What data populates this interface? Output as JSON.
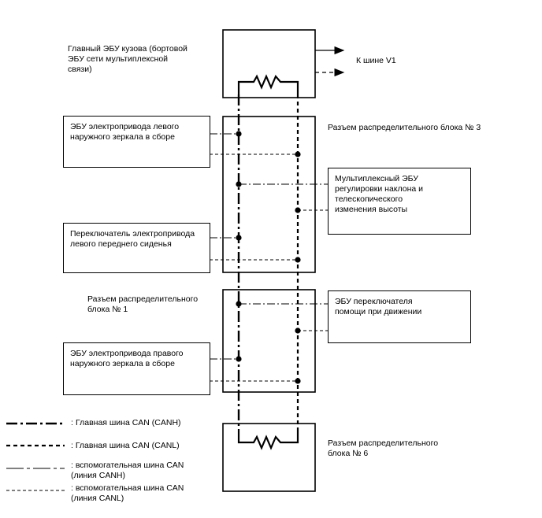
{
  "labels": {
    "main_ecu": "Главный ЭБУ кузова (бортовой\nЭБУ сети мультиплексной\nсвязи)",
    "bus_v1": "К шине V1",
    "junction3": "Разъем распределительного блока № 3",
    "junction1": "Разъем распределительного\nблока № 1",
    "junction6": "Разъем распределительного\nблока № 6"
  },
  "ecus": {
    "left_mirror": "ЭБУ электропривода левого\nнаружного зеркала в сборе",
    "tilt_tele": "Мультиплексный ЭБУ\nрегулировки наклона и\nтелескопического\nизменения высоты",
    "left_seat": "Переключатель электропривода\nлевого переднего сиденья",
    "drive_assist": "ЭБУ переключателя\nпомощи при движении",
    "right_mirror": "ЭБУ электропривода правого\nнаружного зеркала в сборе"
  },
  "legend": [
    {
      "label": "Главная шина CAN (CANH)",
      "line": "main-canh"
    },
    {
      "label": ": Главная шина CAN (CANL)",
      "line": "main-canl"
    },
    {
      "label": ": вспомогательная шина CAN\n(линия CANH)",
      "line": "sub-canh"
    },
    {
      "label": ": вспомогательная шина CAN\n(линия CANL)",
      "line": "sub-canl"
    }
  ],
  "legend_prefix": ":"
}
